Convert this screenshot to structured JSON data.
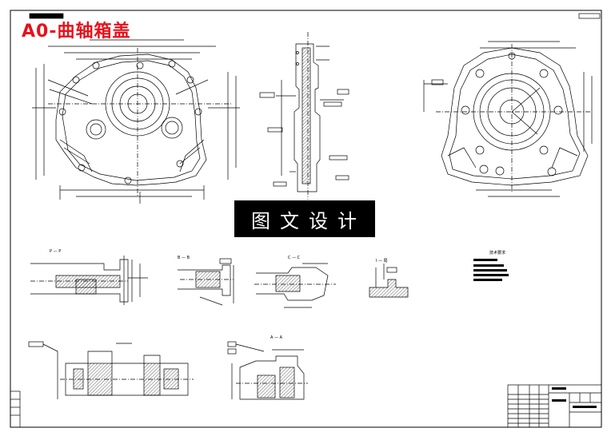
{
  "title": "A0-曲轴箱盖",
  "watermark": "图文设计",
  "views": {
    "section_p": "P — P",
    "section_b": "B — B",
    "section_c": "C — C",
    "detail_i": "I — 局",
    "section_a": "A — A"
  },
  "tech_requirements_title": "技术要求",
  "colors": {
    "stroke": "#000000",
    "title": "#e8101a",
    "hatch": "#000000"
  },
  "icons": [
    "centerline-mark",
    "dimension-arrow",
    "hatch-pattern"
  ]
}
